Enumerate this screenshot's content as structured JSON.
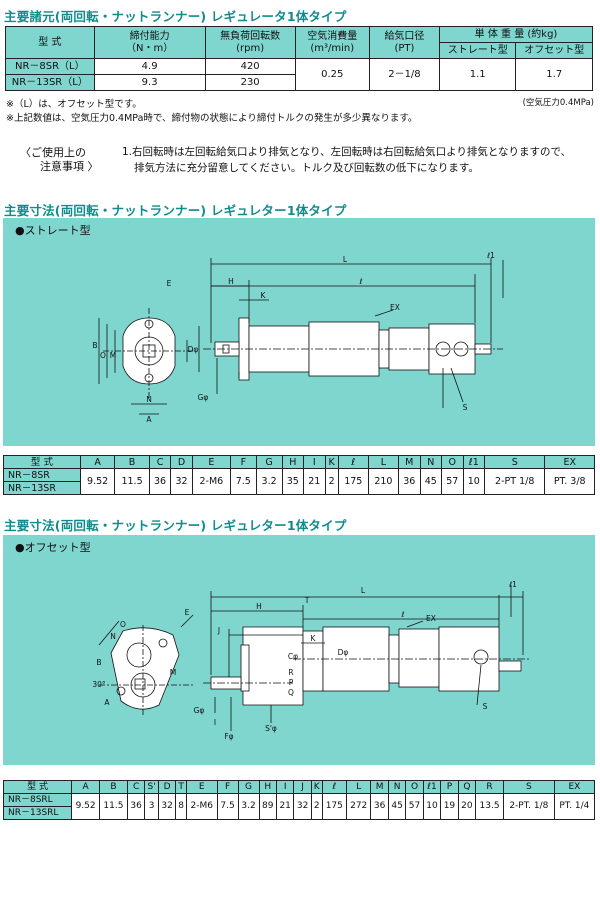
{
  "section1": {
    "title": "主要諸元(両回転・ナットランナー) レギュレータ1体タイプ",
    "headers": {
      "model": "型 式",
      "torque": "締付能力",
      "torque_unit": "（N・m）",
      "speed": "無負荷回転数",
      "speed_unit": "(rpm)",
      "air": "空気消費量",
      "air_unit": "(m³/min)",
      "port": "給気口径",
      "port_unit": "(PT)",
      "weight": "単 体 重 量 (約kg)",
      "weight_straight": "ストレート型",
      "weight_offset": "オフセット型"
    },
    "rows": [
      {
        "model": "NR－8SR（L）",
        "torque": "4.9",
        "speed": "420"
      },
      {
        "model": "NR－13SR（L）",
        "torque": "9.3",
        "speed": "230"
      }
    ],
    "shared": {
      "air": "0.25",
      "port": "2－1/8",
      "weight_straight": "1.1",
      "weight_offset": "1.7"
    },
    "notes": [
      "※（L）は、オフセット型です。",
      "※上記数値は、空気圧力0.4MPa時で、締付物の状態により締付トルクの発生が多少異なります。"
    ],
    "pressure_note": "(空気圧力0.4MPa)"
  },
  "usage": {
    "label_line1": "〈ご使用上の",
    "label_line2": "注意事項 〉",
    "text_line1": "1.右回転時は左回転給気口より排気となり、左回転時は右回転給気口より排気となりますので、",
    "text_line2": "排気方法に充分留意してください。トルク及び回転数の低下になります。"
  },
  "section2": {
    "title": "主要寸法(両回転・ナットランナー) レギュレター1体タイプ",
    "diagram_label": "●ストレート型",
    "headers": [
      "型 式",
      "A",
      "B",
      "C",
      "D",
      "E",
      "F",
      "G",
      "H",
      "I",
      "K",
      "ℓ",
      "L",
      "M",
      "N",
      "O",
      "ℓ1",
      "S",
      "EX"
    ],
    "models": [
      "NR－8SR",
      "NR－13SR"
    ],
    "values": [
      "9.52",
      "11.5",
      "36",
      "32",
      "2-M6",
      "7.5",
      "3.2",
      "35",
      "21",
      "2",
      "175",
      "210",
      "36",
      "45",
      "57",
      "10",
      "2-PT 1/8",
      "PT. 3/8"
    ]
  },
  "section3": {
    "title": "主要寸法(両回転・ナットランナー) レギュレター1体タイプ",
    "diagram_label": "●オフセット型",
    "headers": [
      "型 式",
      "A",
      "B",
      "C",
      "S'",
      "D",
      "T",
      "E",
      "F",
      "G",
      "H",
      "I",
      "J",
      "K",
      "ℓ",
      "L",
      "M",
      "N",
      "O",
      "ℓ1",
      "P",
      "Q",
      "R",
      "S",
      "EX"
    ],
    "models": [
      "NR－8SRL",
      "NR－13SRL"
    ],
    "values": [
      "9.52",
      "11.5",
      "36",
      "3",
      "32",
      "8",
      "2-M6",
      "7.5",
      "3.2",
      "89",
      "21",
      "32",
      "2",
      "175",
      "272",
      "36",
      "45",
      "57",
      "10",
      "19",
      "20",
      "13.5",
      "2-PT. 1/8",
      "PT. 1/4"
    ]
  },
  "drawing_labels": {
    "straight": [
      "L",
      "ℓ1",
      "H",
      "ℓ",
      "K",
      "EX",
      "E",
      "B",
      "A",
      "O",
      "M",
      "N",
      "Dφ",
      "Gφ",
      "I",
      "S"
    ],
    "offset": [
      "L",
      "ℓ1",
      "H",
      "T",
      "ℓ",
      "J",
      "K",
      "EX",
      "E",
      "O",
      "N",
      "M",
      "A",
      "B",
      "30°",
      "Gφ",
      "Fφ",
      "S'φ",
      "Cφ",
      "Dφ",
      "P",
      "Q",
      "R",
      "I",
      "S"
    ]
  },
  "colors": {
    "accent": "#0f8c8c",
    "panel": "#7fd6cf"
  }
}
